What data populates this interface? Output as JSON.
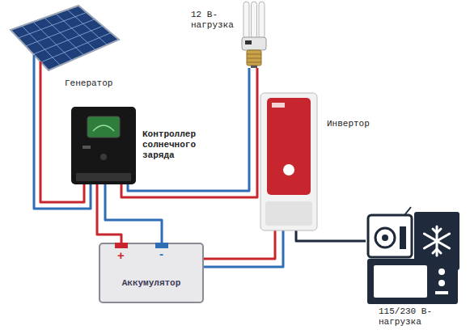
{
  "diagram": {
    "nodes": [
      {
        "text": [
          "Генератор"
        ]
      },
      {
        "text": [
          "12 В- нагрузка"
        ]
      },
      {
        "text": [
          "Контроллер солнечного заряда"
        ]
      },
      {
        "text": [
          "Инвертор"
        ]
      },
      {
        "text": [
          "Аккумулятор"
        ]
      },
      {
        "text": [
          "115/230 В- нагрузка"
        ]
      }
    ],
    "edges": [
      {
        "from": 0,
        "to": 2,
        "arrow": "none"
      },
      {
        "from": 2,
        "to": 1,
        "arrow": "none"
      },
      {
        "from": 2,
        "to": 4,
        "arrow": "none"
      },
      {
        "from": 4,
        "to": 3,
        "arrow": "none"
      },
      {
        "from": 3,
        "to": 5,
        "arrow": "none"
      }
    ],
    "labels": [
      "+",
      "-"
    ]
  }
}
